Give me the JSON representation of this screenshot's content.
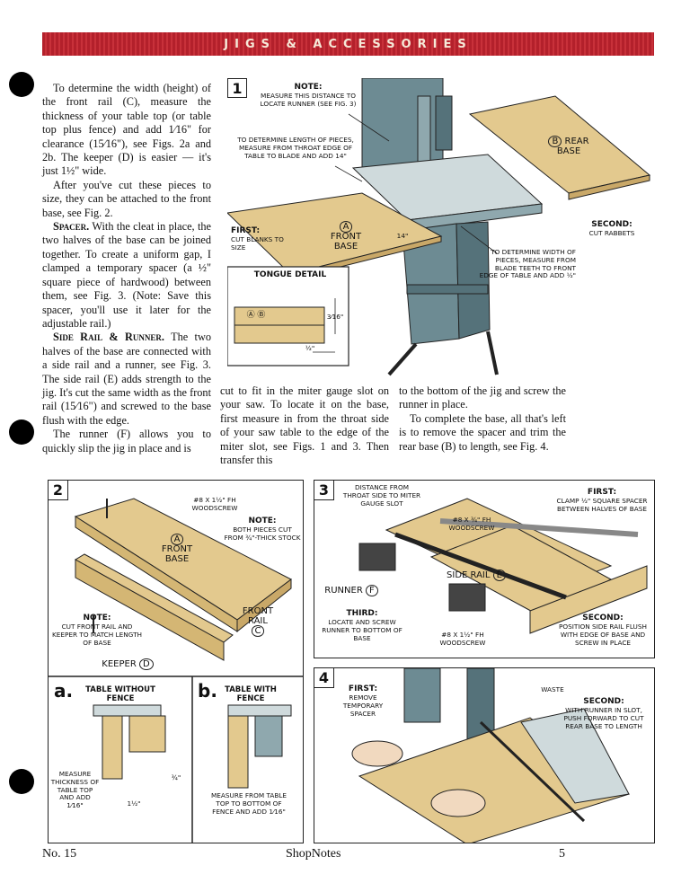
{
  "banner": {
    "title": "JIGS & ACCESSORIES"
  },
  "body_text": {
    "col1": [
      {
        "lead": "",
        "text": "To determine the width (height) of the front rail (C), measure the thickness of your table top (or table top plus fence) and add 1⁄16\" for clearance (15⁄16\"), see Figs. 2a and 2b. The keeper (D) is easier — it's just 1½\" wide."
      },
      {
        "lead": "",
        "text": "After you've cut these pieces to size, they can be attached to the front base, see Fig. 2."
      },
      {
        "lead": "Spacer.",
        "text": " With the cleat in place, the two halves of the base can be joined together. To create a uniform gap, I clamped a temporary spacer (a ½\" square piece of hardwood) between them, see Fig. 3. (Note: Save this spacer, you'll use it later for the adjustable rail.)"
      },
      {
        "lead": "Side Rail & Runner.",
        "text": " The two halves of the base are connected with a side rail and a runner, see Fig. 3. The side rail (E) adds strength to the jig. It's cut the same width as the front rail (15⁄16\") and screwed to the base flush with the edge."
      },
      {
        "lead": "",
        "text": "The runner (F) allows you to quickly slip the jig in place and is"
      }
    ],
    "col2": "cut to fit in the miter gauge slot on your saw. To locate it on the base, first measure in from the throat side of your saw table to the edge of the miter slot, see Figs. 1 and 3. Then transfer this",
    "col3": [
      "to the bottom of the jig and screw the runner in place.",
      "To complete the base, all that's left is to remove the spacer and trim the rear base (B) to length, see Fig. 4."
    ]
  },
  "fig1": {
    "number": "1",
    "note_title": "NOTE:",
    "note_text": "MEASURE THIS DISTANCE TO LOCATE RUNNER (SEE FIG. 3)",
    "determine_length": "TO DETERMINE LENGTH OF PIECES, MEASURE FROM THROAT EDGE OF TABLE TO BLADE AND ADD 14\"",
    "rear_letter": "B",
    "rear_label": "REAR BASE",
    "first_title": "FIRST:",
    "first_text": "CUT BLANKS TO SIZE",
    "front_letter": "A",
    "front_label": "FRONT BASE",
    "dim_14": "14\"",
    "determine_width": "TO DETERMINE WIDTH OF PIECES, MEASURE FROM BLADE TEETH TO FRONT EDGE OF TABLE AND ADD ½\"",
    "second_title": "SECOND:",
    "second_text": "CUT RABBETS",
    "tongue_title": "TONGUE DETAIL",
    "tongue_letters": "Ⓐ Ⓑ",
    "dim_3_16": "3⁄16\"",
    "dim_half": "½\""
  },
  "fig2": {
    "number": "2",
    "screw_label": "#8 x 1½\" Fh WOODSCREW",
    "note_title": "NOTE:",
    "note_text": "BOTH PIECES CUT FROM ¾\"-THICK STOCK",
    "front_letter": "A",
    "front_label": "FRONT BASE",
    "note2_title": "NOTE:",
    "note2_text": "CUT FRONT RAIL AND KEEPER TO MATCH LENGTH OF BASE",
    "front_rail_label": "FRONT RAIL",
    "front_rail_letter": "C",
    "keeper_label": "KEEPER",
    "keeper_letter": "D"
  },
  "fig2a": {
    "letter": "a.",
    "title": "TABLE WITHOUT FENCE",
    "measure_text": "MEASURE THICKNESS OF TABLE TOP AND ADD 1⁄16\"",
    "dim_3_4": "¾\"",
    "dim_1_half": "1½\""
  },
  "fig2b": {
    "letter": "b.",
    "title": "TABLE WITH FENCE",
    "measure_text": "MEASURE FROM TABLE TOP TO BOTTOM OF FENCE AND ADD 1⁄16\""
  },
  "fig3": {
    "number": "3",
    "distance_text": "DISTANCE FROM THROAT SIDE TO MITER GAUGE SLOT",
    "screw_label": "#8 x ¾\" Fh WOODSCREW",
    "first_title": "FIRST:",
    "first_text": "CLAMP ½\" SQUARE SPACER BETWEEN HALVES OF BASE",
    "side_rail_label": "SIDE RAIL",
    "side_rail_letter": "E",
    "runner_label": "RUNNER",
    "runner_letter": "F",
    "third_title": "THIRD:",
    "third_text": "LOCATE AND SCREW RUNNER TO BOTTOM OF BASE",
    "screw2_label": "#8 x 1½\" Fh WOODSCREW",
    "second_title": "SECOND:",
    "second_text": "POSITION SIDE RAIL FLUSH WITH EDGE OF BASE AND SCREW IN PLACE"
  },
  "fig4": {
    "number": "4",
    "first_title": "FIRST:",
    "first_text": "REMOVE TEMPORARY SPACER",
    "waste_label": "WASTE",
    "second_title": "SECOND:",
    "second_text": "WITH RUNNER IN SLOT, PUSH FORWARD TO CUT REAR BASE TO LENGTH"
  },
  "footer": {
    "issue": "No. 15",
    "magazine": "ShopNotes",
    "page": "5"
  },
  "colors": {
    "banner": "#b3202b",
    "wood": "#e3c98e",
    "machine": "#6d8b93"
  }
}
